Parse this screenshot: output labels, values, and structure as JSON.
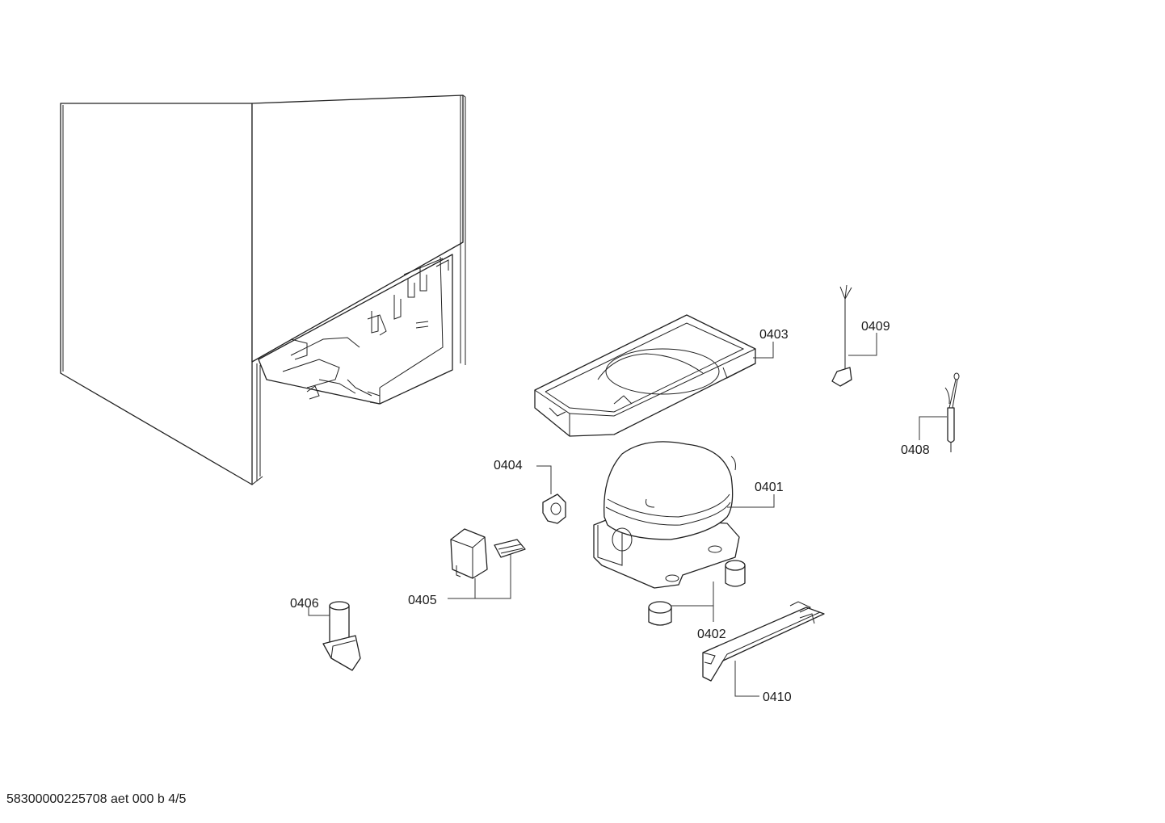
{
  "callouts": {
    "c0401": "0401",
    "c0402": "0402",
    "c0403": "0403",
    "c0404": "0404",
    "c0405": "0405",
    "c0406": "0406",
    "c0408": "0408",
    "c0409": "0409",
    "c0410": "0410"
  },
  "footer": "58300000225708 aet 000 b 4/5"
}
